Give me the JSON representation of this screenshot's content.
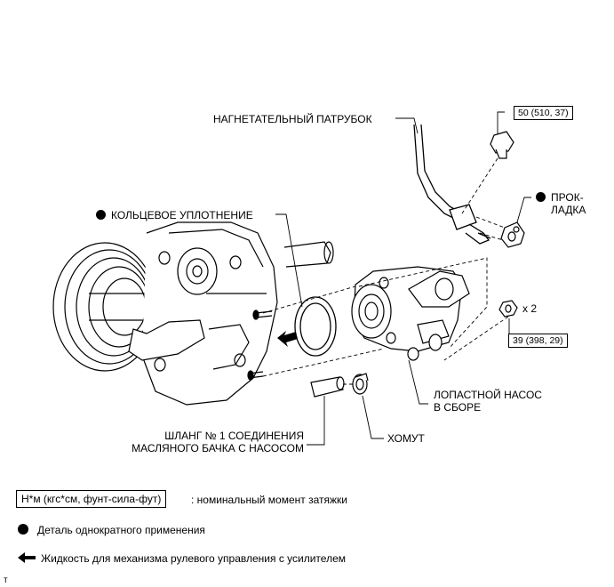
{
  "labels": {
    "outlet_pipe": "НАГНЕТАТЕЛЬНЫЙ ПАТРУБОК",
    "o_ring": "КОЛЬЦЕВОЕ УПЛОТНЕНИЕ",
    "gasket_1": "ПРОК-",
    "gasket_2": "ЛАДКА",
    "pump_1": "ЛОПАСТНОЙ НАСОС",
    "pump_2": "В СБОРЕ",
    "hose_1": "ШЛАНГ № 1 СОЕДИНЕНИЯ",
    "hose_2": "МАСЛЯНОГО БАЧКА С НАСОСОМ",
    "clamp": "ХОМУТ",
    "qty": "x 2"
  },
  "torques": {
    "union_bolt": "50 (510, 37)",
    "nuts": "39 (398, 29)"
  },
  "legend": {
    "torque_unit_box": "Н*м (кгс*см, фунт-сила-фут)",
    "torque_unit_desc": ": номинальный момент затяжки",
    "non_reusable": "Деталь однократного применения",
    "fluid": "Жидкость для механизма рулевого управления с усилителем"
  },
  "corner_mark": "т"
}
